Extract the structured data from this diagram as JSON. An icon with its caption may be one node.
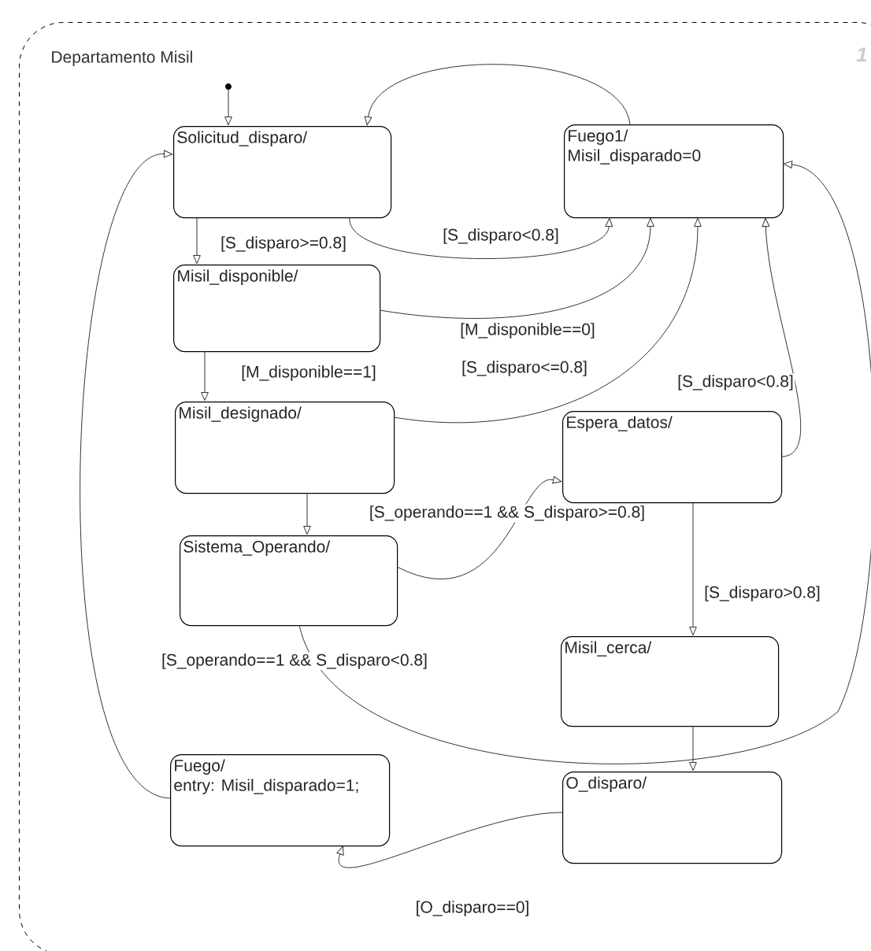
{
  "diagram": {
    "nodes": [
      {
        "text": [
          "Departamento Misil"
        ]
      },
      {
        "text": [
          "Solicitud_disparo/"
        ],
        "in": 0
      },
      {
        "text": [
          "Fuego1/",
          "Misil_disparado=0"
        ],
        "in": 0
      },
      {
        "text": [
          "Misil_disponible/"
        ],
        "in": 0
      },
      {
        "text": [
          "Misil_designado/"
        ],
        "in": 0
      },
      {
        "text": [
          "Espera_datos/"
        ],
        "in": 0
      },
      {
        "text": [
          "Sistema_Operando/"
        ],
        "in": 0
      },
      {
        "text": [
          "Misil_cerca/"
        ],
        "in": 0
      },
      {
        "text": [
          "Fuego/",
          "entry: Misil_disparado=1;"
        ],
        "in": 0
      },
      {
        "text": [
          "O_disparo/"
        ],
        "in": 0
      },
      {
        "text": [],
        "shape": "circle",
        "in": 0
      }
    ],
    "edges": [
      {
        "from": 10,
        "to": 1,
        "arrow": "to"
      },
      {
        "from": 2,
        "to": 1,
        "arrow": "to"
      },
      {
        "from": 1,
        "to": 3,
        "arrow": "to",
        "label": "[S_disparo>=0.8]"
      },
      {
        "from": 1,
        "to": 2,
        "arrow": "to",
        "label": "[S_disparo<0.8]"
      },
      {
        "from": 3,
        "to": 2,
        "arrow": "to",
        "label": "[M_disponible==0]"
      },
      {
        "from": 3,
        "to": 4,
        "arrow": "to",
        "label": "[M_disponible==1]"
      },
      {
        "from": 4,
        "to": 2,
        "arrow": "to",
        "label": "[S_disparo<=0.8]"
      },
      {
        "from": 5,
        "to": 2,
        "arrow": "to",
        "label": "[S_disparo<0.8]"
      },
      {
        "from": 4,
        "to": 6,
        "arrow": "to"
      },
      {
        "from": 6,
        "to": 5,
        "arrow": "to",
        "label": "[S_operando==1 && S_disparo>=0.8]"
      },
      {
        "from": 5,
        "to": 7,
        "arrow": "to",
        "label": "[S_disparo>0.8]"
      },
      {
        "from": 6,
        "to": 2,
        "arrow": "to",
        "label": "[S_operando==1 && S_disparo<0.8]"
      },
      {
        "from": 7,
        "to": 9,
        "arrow": "to"
      },
      {
        "from": 9,
        "to": 8,
        "arrow": "to",
        "label": "[O_disparo==0]"
      },
      {
        "from": 8,
        "to": 1,
        "arrow": "to"
      }
    ],
    "labels": [
      "1"
    ]
  }
}
